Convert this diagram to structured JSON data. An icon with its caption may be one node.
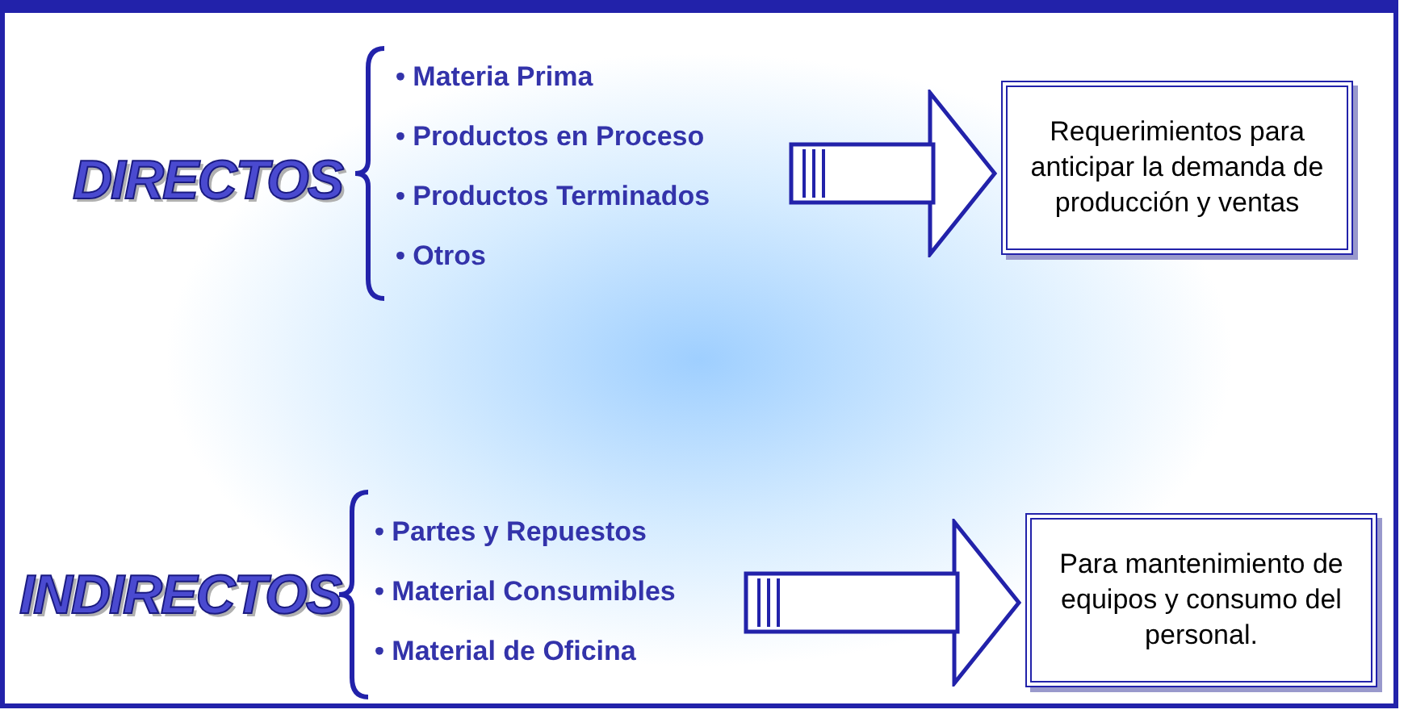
{
  "diagram": {
    "nodes": [
      {
        "text": [
          "• Materia Prima",
          "• Productos en Proceso",
          "• Productos Terminados",
          "• Otros"
        ]
      },
      {
        "text": [
          "Requerimientos para anticipar la demanda de producción y ventas"
        ]
      },
      {
        "text": [
          "• Partes y Repuestos",
          "• Material Consumibles",
          "• Material de Oficina"
        ]
      },
      {
        "text": [
          "Para mantenimiento de equipos y consumo del personal."
        ]
      }
    ],
    "edges": [
      {
        "from": 0,
        "to": 1,
        "arrow": "to"
      },
      {
        "from": 2,
        "to": 3,
        "arrow": "to"
      }
    ],
    "labels": [
      "DIRECTOS",
      "INDIRECTOS"
    ]
  }
}
